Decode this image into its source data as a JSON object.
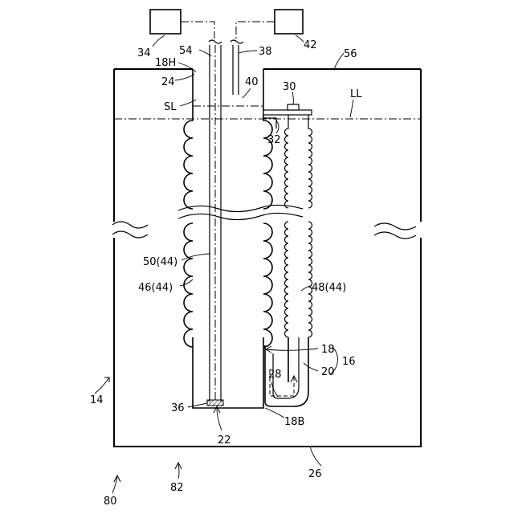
{
  "labels": {
    "l34": "34",
    "l42": "42",
    "l54": "54",
    "l38": "38",
    "l56": "56",
    "l18h": "18H",
    "l24": "24",
    "l40": "40",
    "l30": "30",
    "lll": "LL",
    "lsl": "SL",
    "l32": "32",
    "l50": "50(44)",
    "l46": "46(44)",
    "l48": "48(44)",
    "l18": "18",
    "l16": "16",
    "l20": "20",
    "l28": "28",
    "l14": "14",
    "l36": "36",
    "l22": "22",
    "l18b": "18B",
    "l26": "26",
    "l82": "82",
    "l80": "80"
  }
}
